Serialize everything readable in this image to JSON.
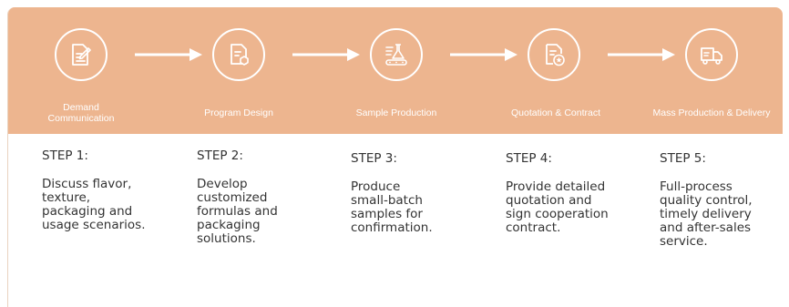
{
  "colors": {
    "banner": "#edb58f",
    "icon_stroke": "#ffffff",
    "text": "#333333"
  },
  "steps": [
    {
      "title": "Demand\nCommunication",
      "label": "STEP 1:",
      "description": "Discuss flavor,\ntexture,\npackaging and\nusage scenarios.",
      "icon": "document-edit-icon"
    },
    {
      "title": "Program Design",
      "label": "STEP 2:",
      "description": "Develop\ncustomized\nformulas and\npackaging\nsolutions.",
      "icon": "document-hexagon-icon"
    },
    {
      "title": "Sample Production",
      "label": "STEP 3:",
      "description": "Produce\nsmall-batch\nsamples for\nconfirmation.",
      "icon": "flask-production-icon"
    },
    {
      "title": "Quotation & Contract",
      "label": "STEP 4:",
      "description": "Provide detailed\nquotation and\nsign cooperation\ncontract.",
      "icon": "contract-star-icon"
    },
    {
      "title": "Mass Production & Delivery",
      "label": "STEP 5:",
      "description": "Full-process\nquality control,\ntimely delivery\nand after-sales\nservice.",
      "icon": "delivery-truck-icon"
    }
  ]
}
